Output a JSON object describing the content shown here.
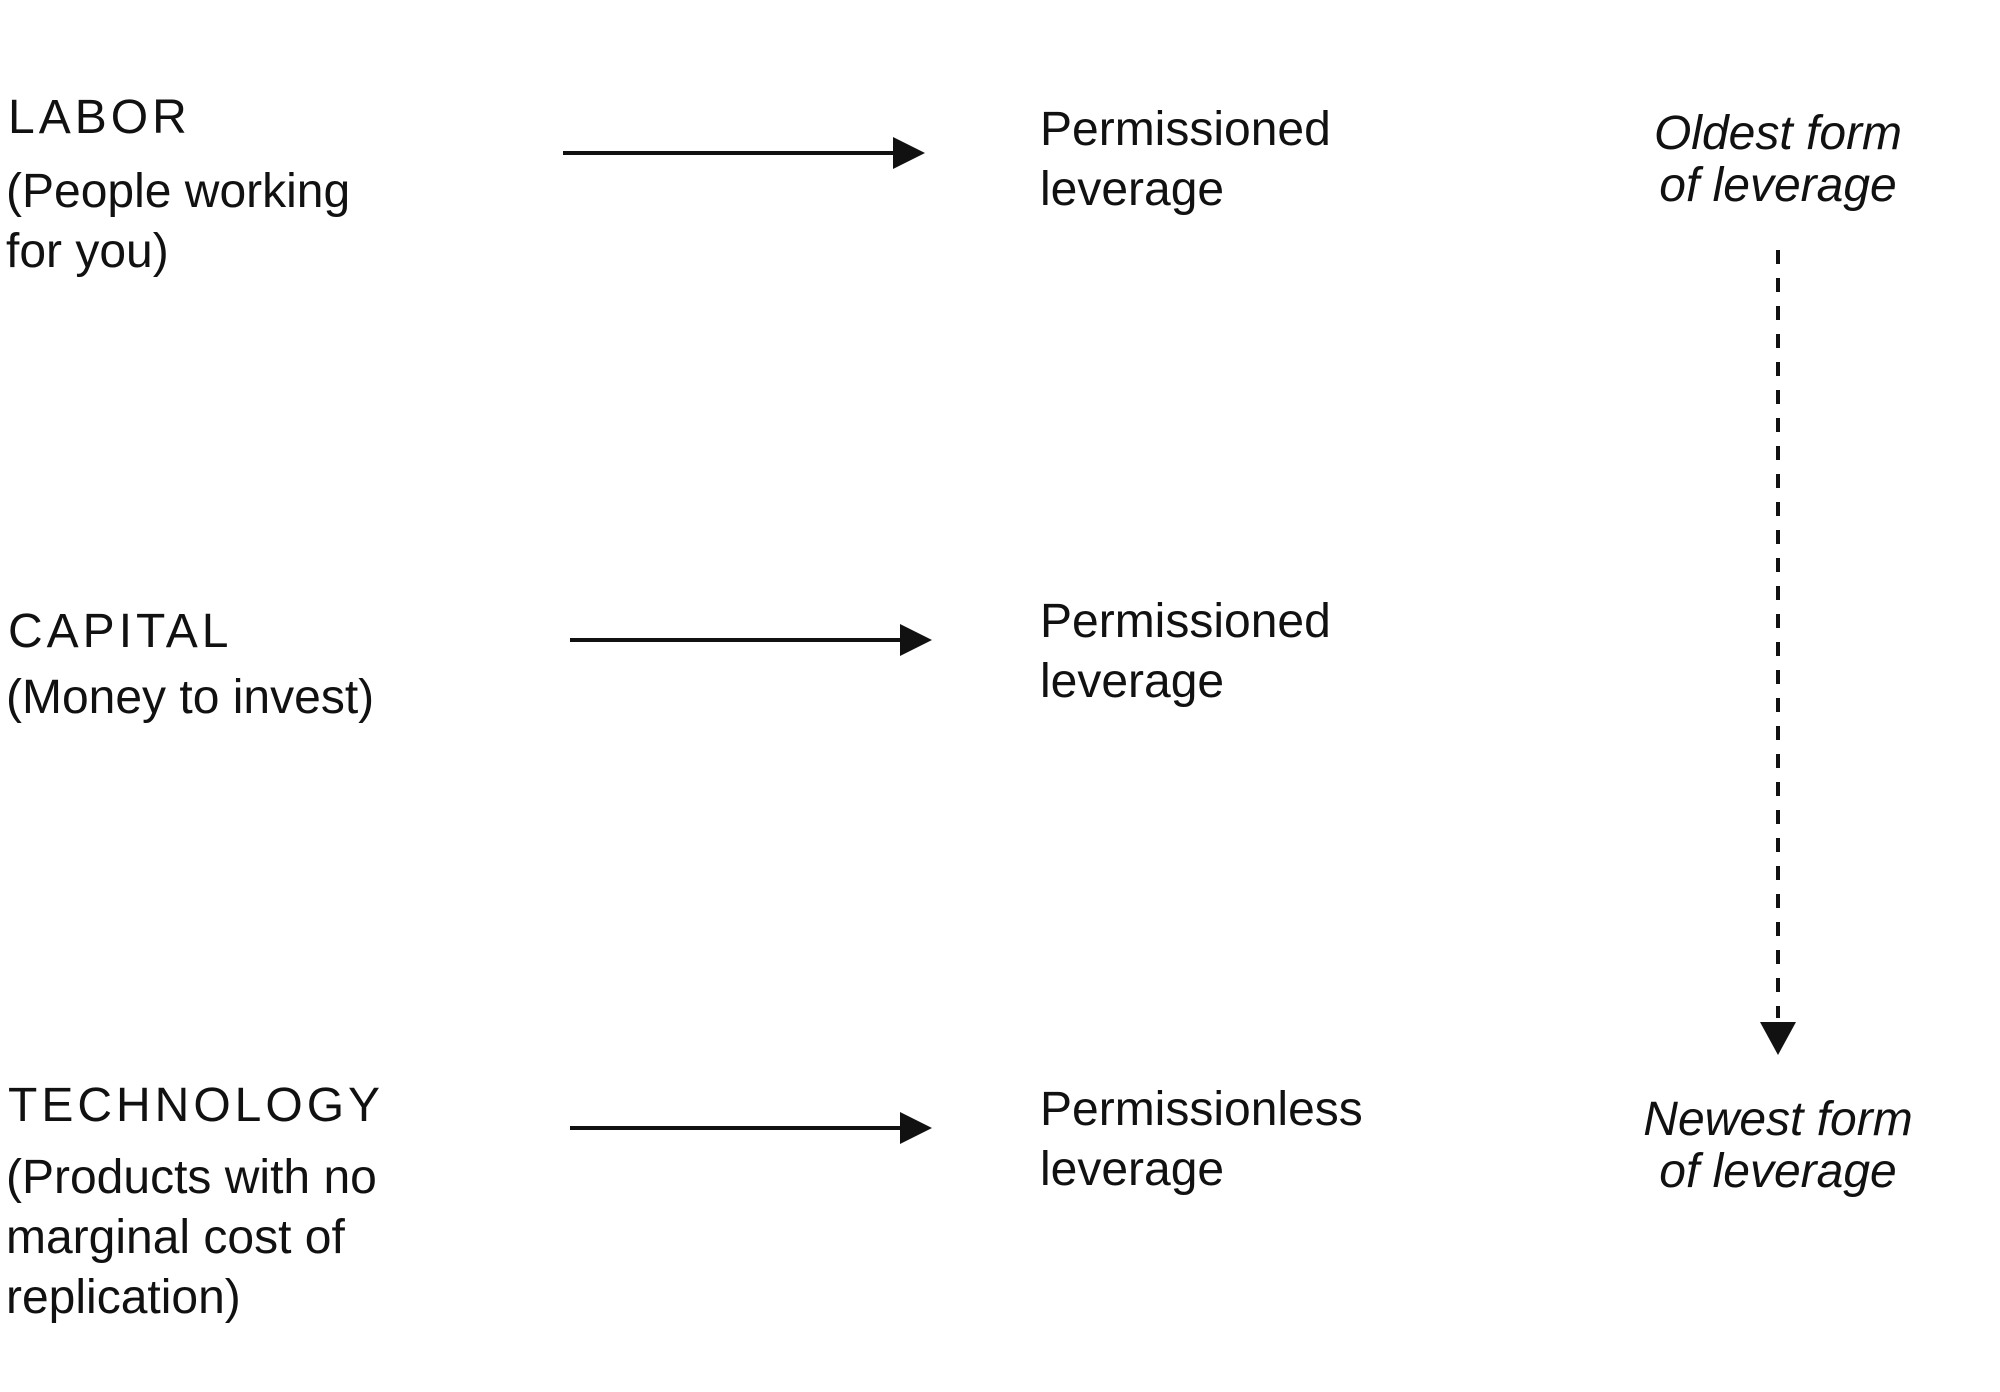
{
  "rows": [
    {
      "title": "LABOR",
      "desc_lines": [
        "(People working",
        "for you)"
      ],
      "result_lines": [
        "Permissioned",
        "leverage"
      ]
    },
    {
      "title": "CAPITAL",
      "desc_lines": [
        "(Money to invest)"
      ],
      "result_lines": [
        "Permissioned",
        "leverage"
      ]
    },
    {
      "title": "TECHNOLOGY",
      "desc_lines": [
        "(Products with no",
        "marginal cost of",
        "replication)"
      ],
      "result_lines": [
        "Permissionless",
        "leverage"
      ]
    }
  ],
  "timeline": {
    "top_lines": [
      "Oldest form",
      "of leverage"
    ],
    "bottom_lines": [
      "Newest form",
      "of leverage"
    ]
  },
  "colors": {
    "ink": "#111111",
    "background": "#ffffff"
  }
}
